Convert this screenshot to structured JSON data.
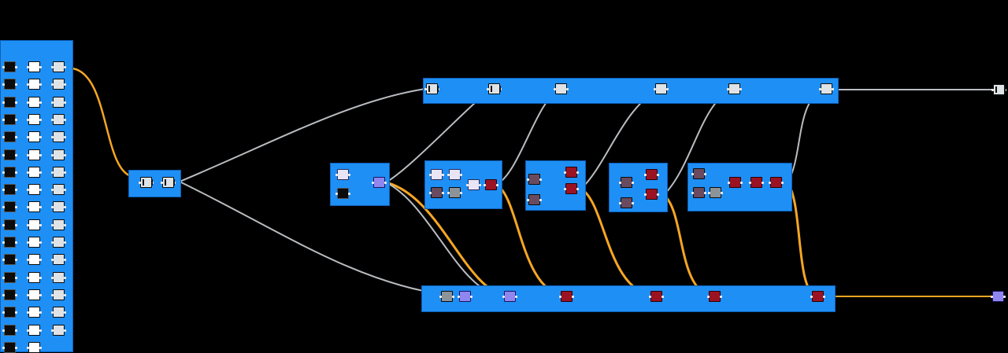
{
  "canvas": {
    "background": "#000000"
  },
  "colors": {
    "group_fill": "#1e8ff5",
    "wire_default": "#b9bdc1",
    "wire_highlight": "#f5a623",
    "node_light": "#dfe3e6",
    "node_gray": "#8c9499",
    "node_purple": "#6a4a5e",
    "node_red": "#9b1322",
    "node_violet": "#8f86f0"
  },
  "groups": [
    {
      "id": "grp-left-column",
      "title": ""
    },
    {
      "id": "grp-collector",
      "title": ""
    },
    {
      "id": "grp-top-bus",
      "title": ""
    },
    {
      "id": "grp-bottom-bus",
      "title": ""
    },
    {
      "id": "grp-stage-1",
      "title": ""
    },
    {
      "id": "grp-stage-2",
      "title": ""
    },
    {
      "id": "grp-stage-3",
      "title": ""
    },
    {
      "id": "grp-stage-4",
      "title": ""
    },
    {
      "id": "grp-stage-5",
      "title": ""
    },
    {
      "id": "grp-stage-6",
      "title": ""
    }
  ],
  "icons": [
    "image-icon",
    "output-icon",
    "preview-icon",
    "math-icon",
    "chart-icon"
  ]
}
